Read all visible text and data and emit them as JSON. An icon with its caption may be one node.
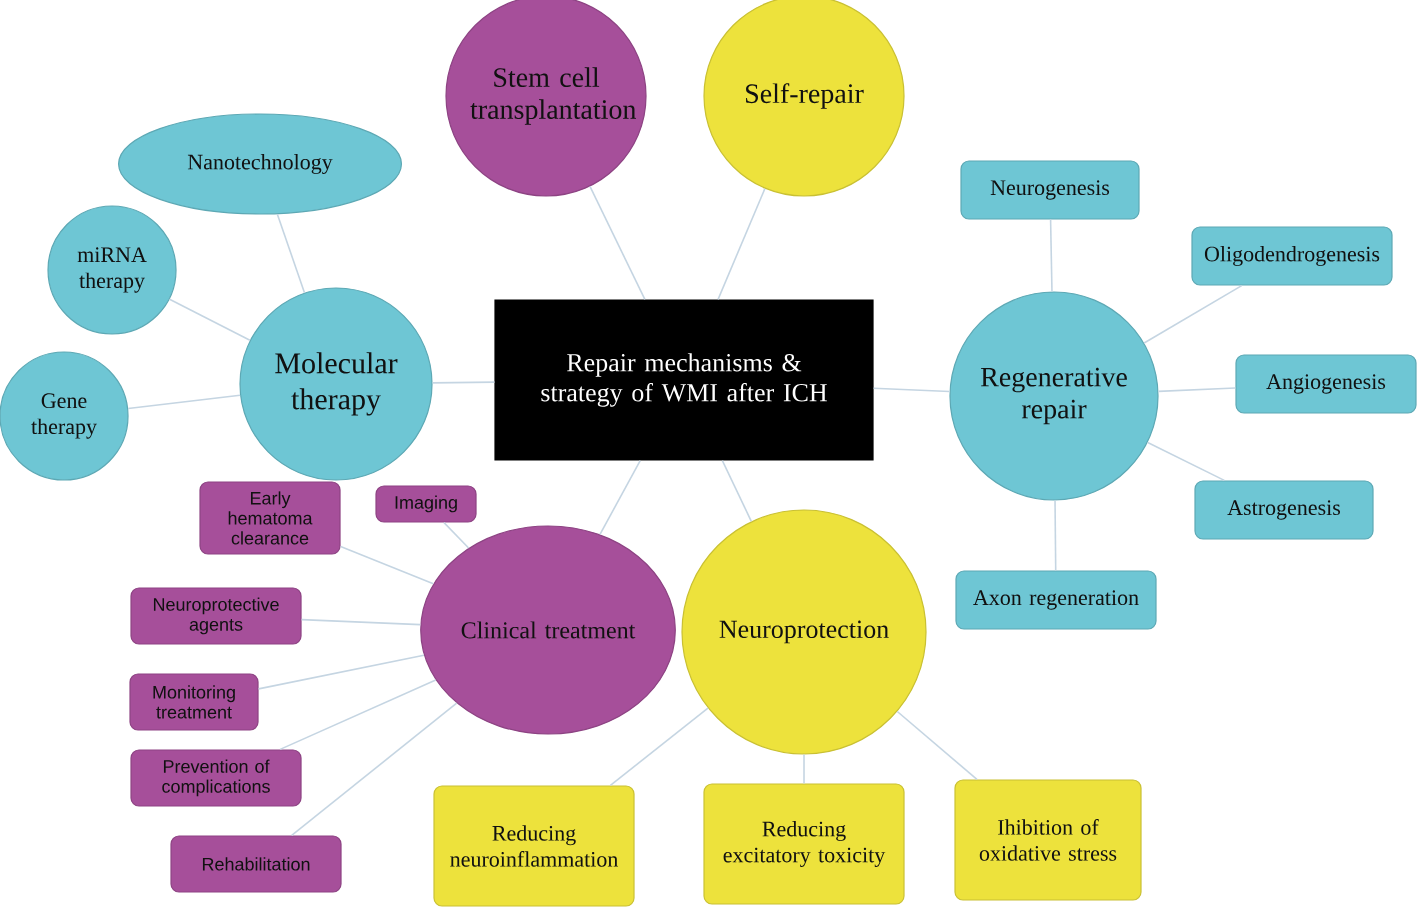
{
  "diagram": {
    "nodes": [
      {
        "text": [
          "Repair mechanisms & strategy of WMI after ICH"
        ]
      },
      {
        "text": [
          "Stem cell transplantation"
        ]
      },
      {
        "text": [
          "Self-repair"
        ]
      },
      {
        "text": [
          "Molecular therapy"
        ]
      },
      {
        "text": [
          "Nanotechnology"
        ]
      },
      {
        "text": [
          "miRNA therapy"
        ]
      },
      {
        "text": [
          "Gene therapy"
        ]
      },
      {
        "text": [
          "Regenerative repair"
        ]
      },
      {
        "text": [
          "Neurogenesis"
        ]
      },
      {
        "text": [
          "Oligodendrogenesis"
        ]
      },
      {
        "text": [
          "Angiogenesis"
        ]
      },
      {
        "text": [
          "Astrogenesis"
        ]
      },
      {
        "text": [
          "Axon regeneration"
        ]
      },
      {
        "text": [
          "Clinical treatment"
        ]
      },
      {
        "text": [
          "Early hematoma clearance"
        ]
      },
      {
        "text": [
          "Imaging"
        ]
      },
      {
        "text": [
          "Neuroprotective agents"
        ]
      },
      {
        "text": [
          "Monitoring treatment"
        ]
      },
      {
        "text": [
          "Prevention of complications"
        ]
      },
      {
        "text": [
          "Rehabilitation"
        ]
      },
      {
        "text": [
          "Neuroprotection"
        ]
      },
      {
        "text": [
          "Reducing neuroinflammation"
        ]
      },
      {
        "text": [
          "Reducing excitatory toxicity"
        ]
      },
      {
        "text": [
          "Ihibition of oxidative stress"
        ]
      }
    ],
    "edges": [
      {
        "from": 0,
        "to": 1,
        "arrow": "none"
      },
      {
        "from": 0,
        "to": 2,
        "arrow": "none"
      },
      {
        "from": 0,
        "to": 3,
        "arrow": "none"
      },
      {
        "from": 0,
        "to": 7,
        "arrow": "none"
      },
      {
        "from": 0,
        "to": 13,
        "arrow": "none"
      },
      {
        "from": 0,
        "to": 20,
        "arrow": "none"
      },
      {
        "from": 3,
        "to": 4,
        "arrow": "none"
      },
      {
        "from": 3,
        "to": 5,
        "arrow": "none"
      },
      {
        "from": 3,
        "to": 6,
        "arrow": "none"
      },
      {
        "from": 7,
        "to": 8,
        "arrow": "none"
      },
      {
        "from": 7,
        "to": 9,
        "arrow": "none"
      },
      {
        "from": 7,
        "to": 10,
        "arrow": "none"
      },
      {
        "from": 7,
        "to": 11,
        "arrow": "none"
      },
      {
        "from": 7,
        "to": 12,
        "arrow": "none"
      },
      {
        "from": 13,
        "to": 14,
        "arrow": "none"
      },
      {
        "from": 13,
        "to": 15,
        "arrow": "none"
      },
      {
        "from": 13,
        "to": 16,
        "arrow": "none"
      },
      {
        "from": 13,
        "to": 17,
        "arrow": "none"
      },
      {
        "from": 13,
        "to": 18,
        "arrow": "none"
      },
      {
        "from": 13,
        "to": 19,
        "arrow": "none"
      },
      {
        "from": 20,
        "to": 21,
        "arrow": "none"
      },
      {
        "from": 20,
        "to": 22,
        "arrow": "none"
      },
      {
        "from": 20,
        "to": 23,
        "arrow": "none"
      }
    ]
  }
}
